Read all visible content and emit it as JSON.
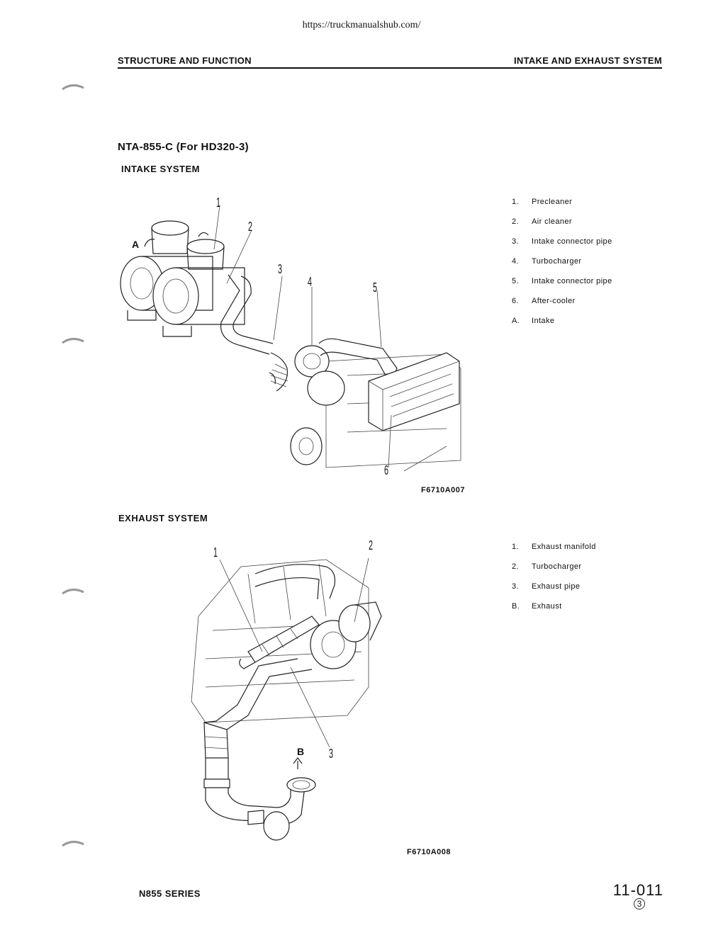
{
  "url": "https://truckmanualshub.com/",
  "header": {
    "left": "STRUCTURE AND FUNCTION",
    "right": "INTAKE AND EXHAUST SYSTEM"
  },
  "model_title": "NTA-855-C (For HD320-3)",
  "intake": {
    "title": "INTAKE SYSTEM",
    "figure_code": "F6710A007",
    "callouts": [
      "1",
      "2",
      "3",
      "4",
      "5",
      "6",
      "A"
    ],
    "legend": [
      {
        "num": "1.",
        "text": "Precleaner"
      },
      {
        "num": "2.",
        "text": "Air cleaner"
      },
      {
        "num": "3.",
        "text": "Intake connector pipe"
      },
      {
        "num": "4.",
        "text": "Turbocharger"
      },
      {
        "num": "5.",
        "text": "Intake connector pipe"
      },
      {
        "num": "6.",
        "text": "After-cooler"
      },
      {
        "num": "A.",
        "text": "Intake"
      }
    ]
  },
  "exhaust": {
    "title": "EXHAUST SYSTEM",
    "figure_code": "F6710A008",
    "callouts": [
      "1",
      "2",
      "3",
      "B"
    ],
    "legend": [
      {
        "num": "1.",
        "text": "Exhaust manifold"
      },
      {
        "num": "2.",
        "text": "Turbocharger"
      },
      {
        "num": "3.",
        "text": "Exhaust pipe"
      },
      {
        "num": "B.",
        "text": "Exhaust"
      }
    ]
  },
  "footer": {
    "series": "N855 SERIES",
    "page": "11-011",
    "revision": "3"
  }
}
